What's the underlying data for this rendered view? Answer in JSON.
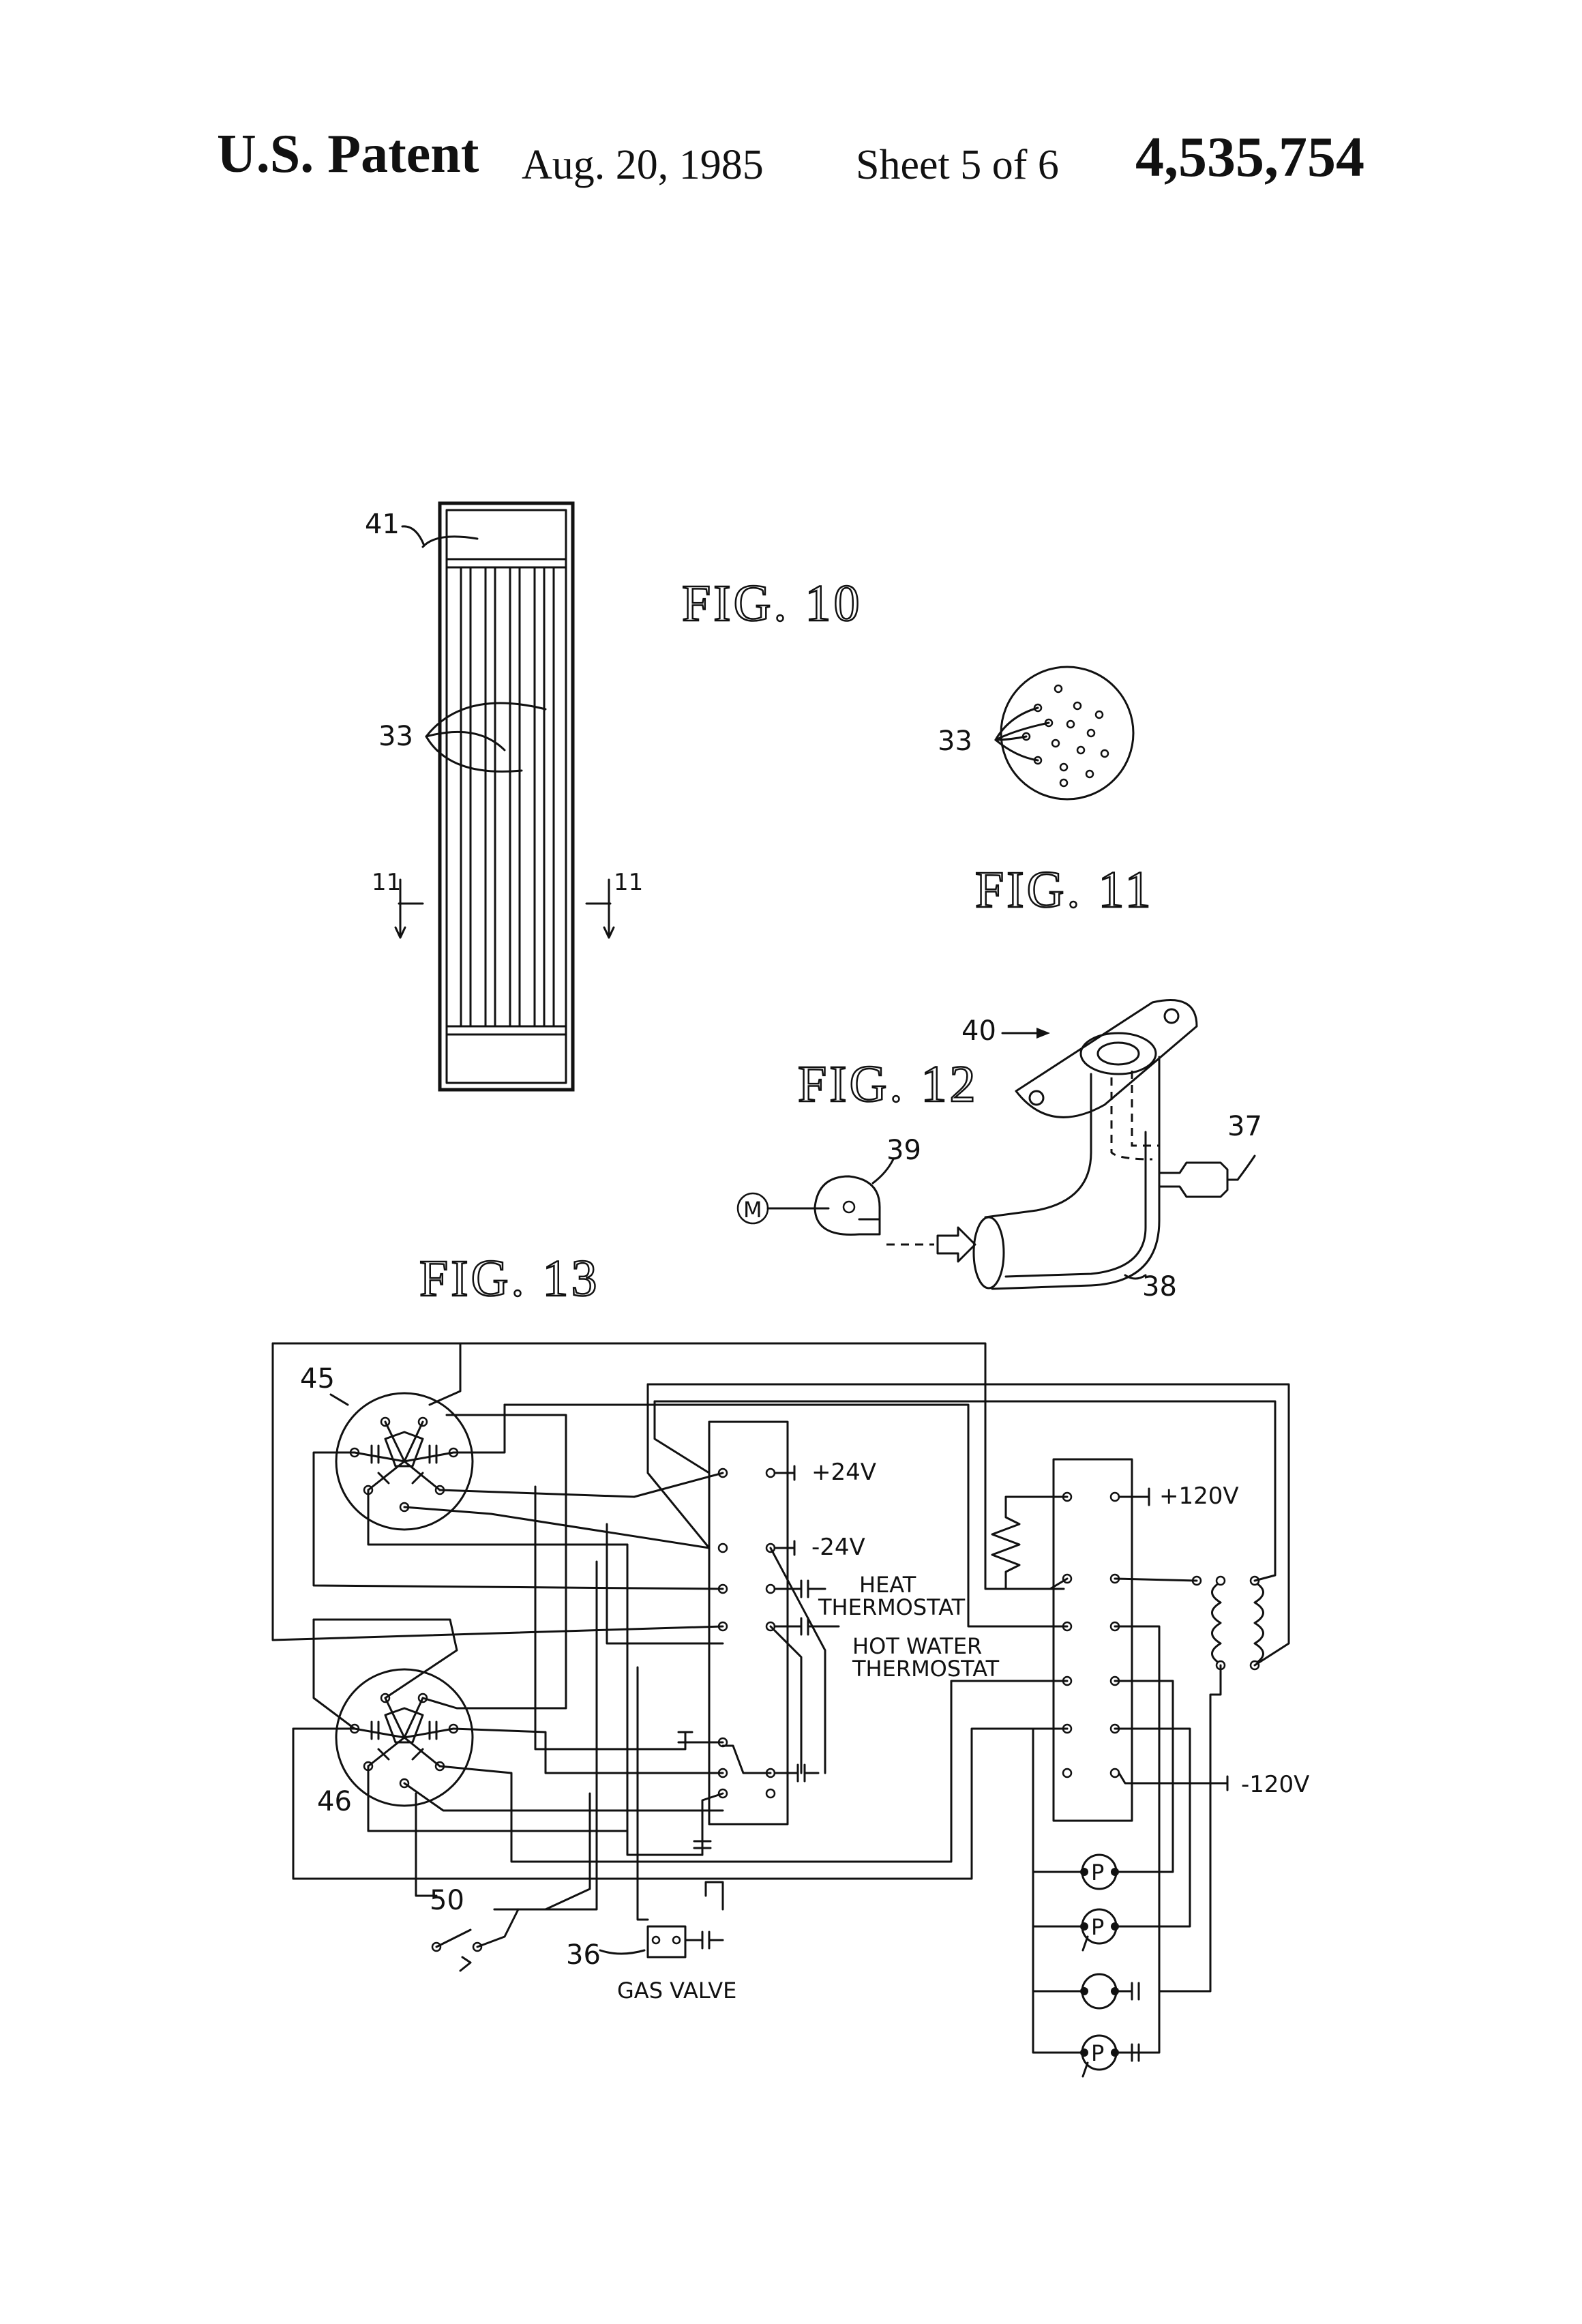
{
  "header": {
    "title": "U.S. Patent",
    "date": "Aug. 20, 1985",
    "sheet": "Sheet 5 of 6",
    "number": "4,535,754"
  },
  "figures": {
    "fig10": {
      "caption": "FIG. 10",
      "labels": {
        "ref41": "41",
        "ref33": "33",
        "section_left": "11",
        "section_right": "11"
      }
    },
    "fig11": {
      "caption": "FIG. 11",
      "labels": {
        "ref33": "33"
      }
    },
    "fig12": {
      "caption": "FIG. 12",
      "labels": {
        "ref40": "40",
        "ref37": "37",
        "ref39": "39",
        "ref38": "38",
        "motor": "M"
      }
    },
    "fig13": {
      "caption": "FIG. 13",
      "labels": {
        "ref45": "45",
        "ref46": "46",
        "ref50": "50",
        "ref36": "36",
        "plus24": "+24V",
        "minus24": "-24V",
        "heat_thermostat_1": "HEAT",
        "heat_thermostat_2": "THERMOSTAT",
        "hot_water_1": "HOT WATER",
        "hot_water_2": "THERMOSTAT",
        "plus120": "+120V",
        "minus120": "-120V",
        "gas_valve": "GAS VALVE",
        "pump": "P"
      }
    }
  }
}
